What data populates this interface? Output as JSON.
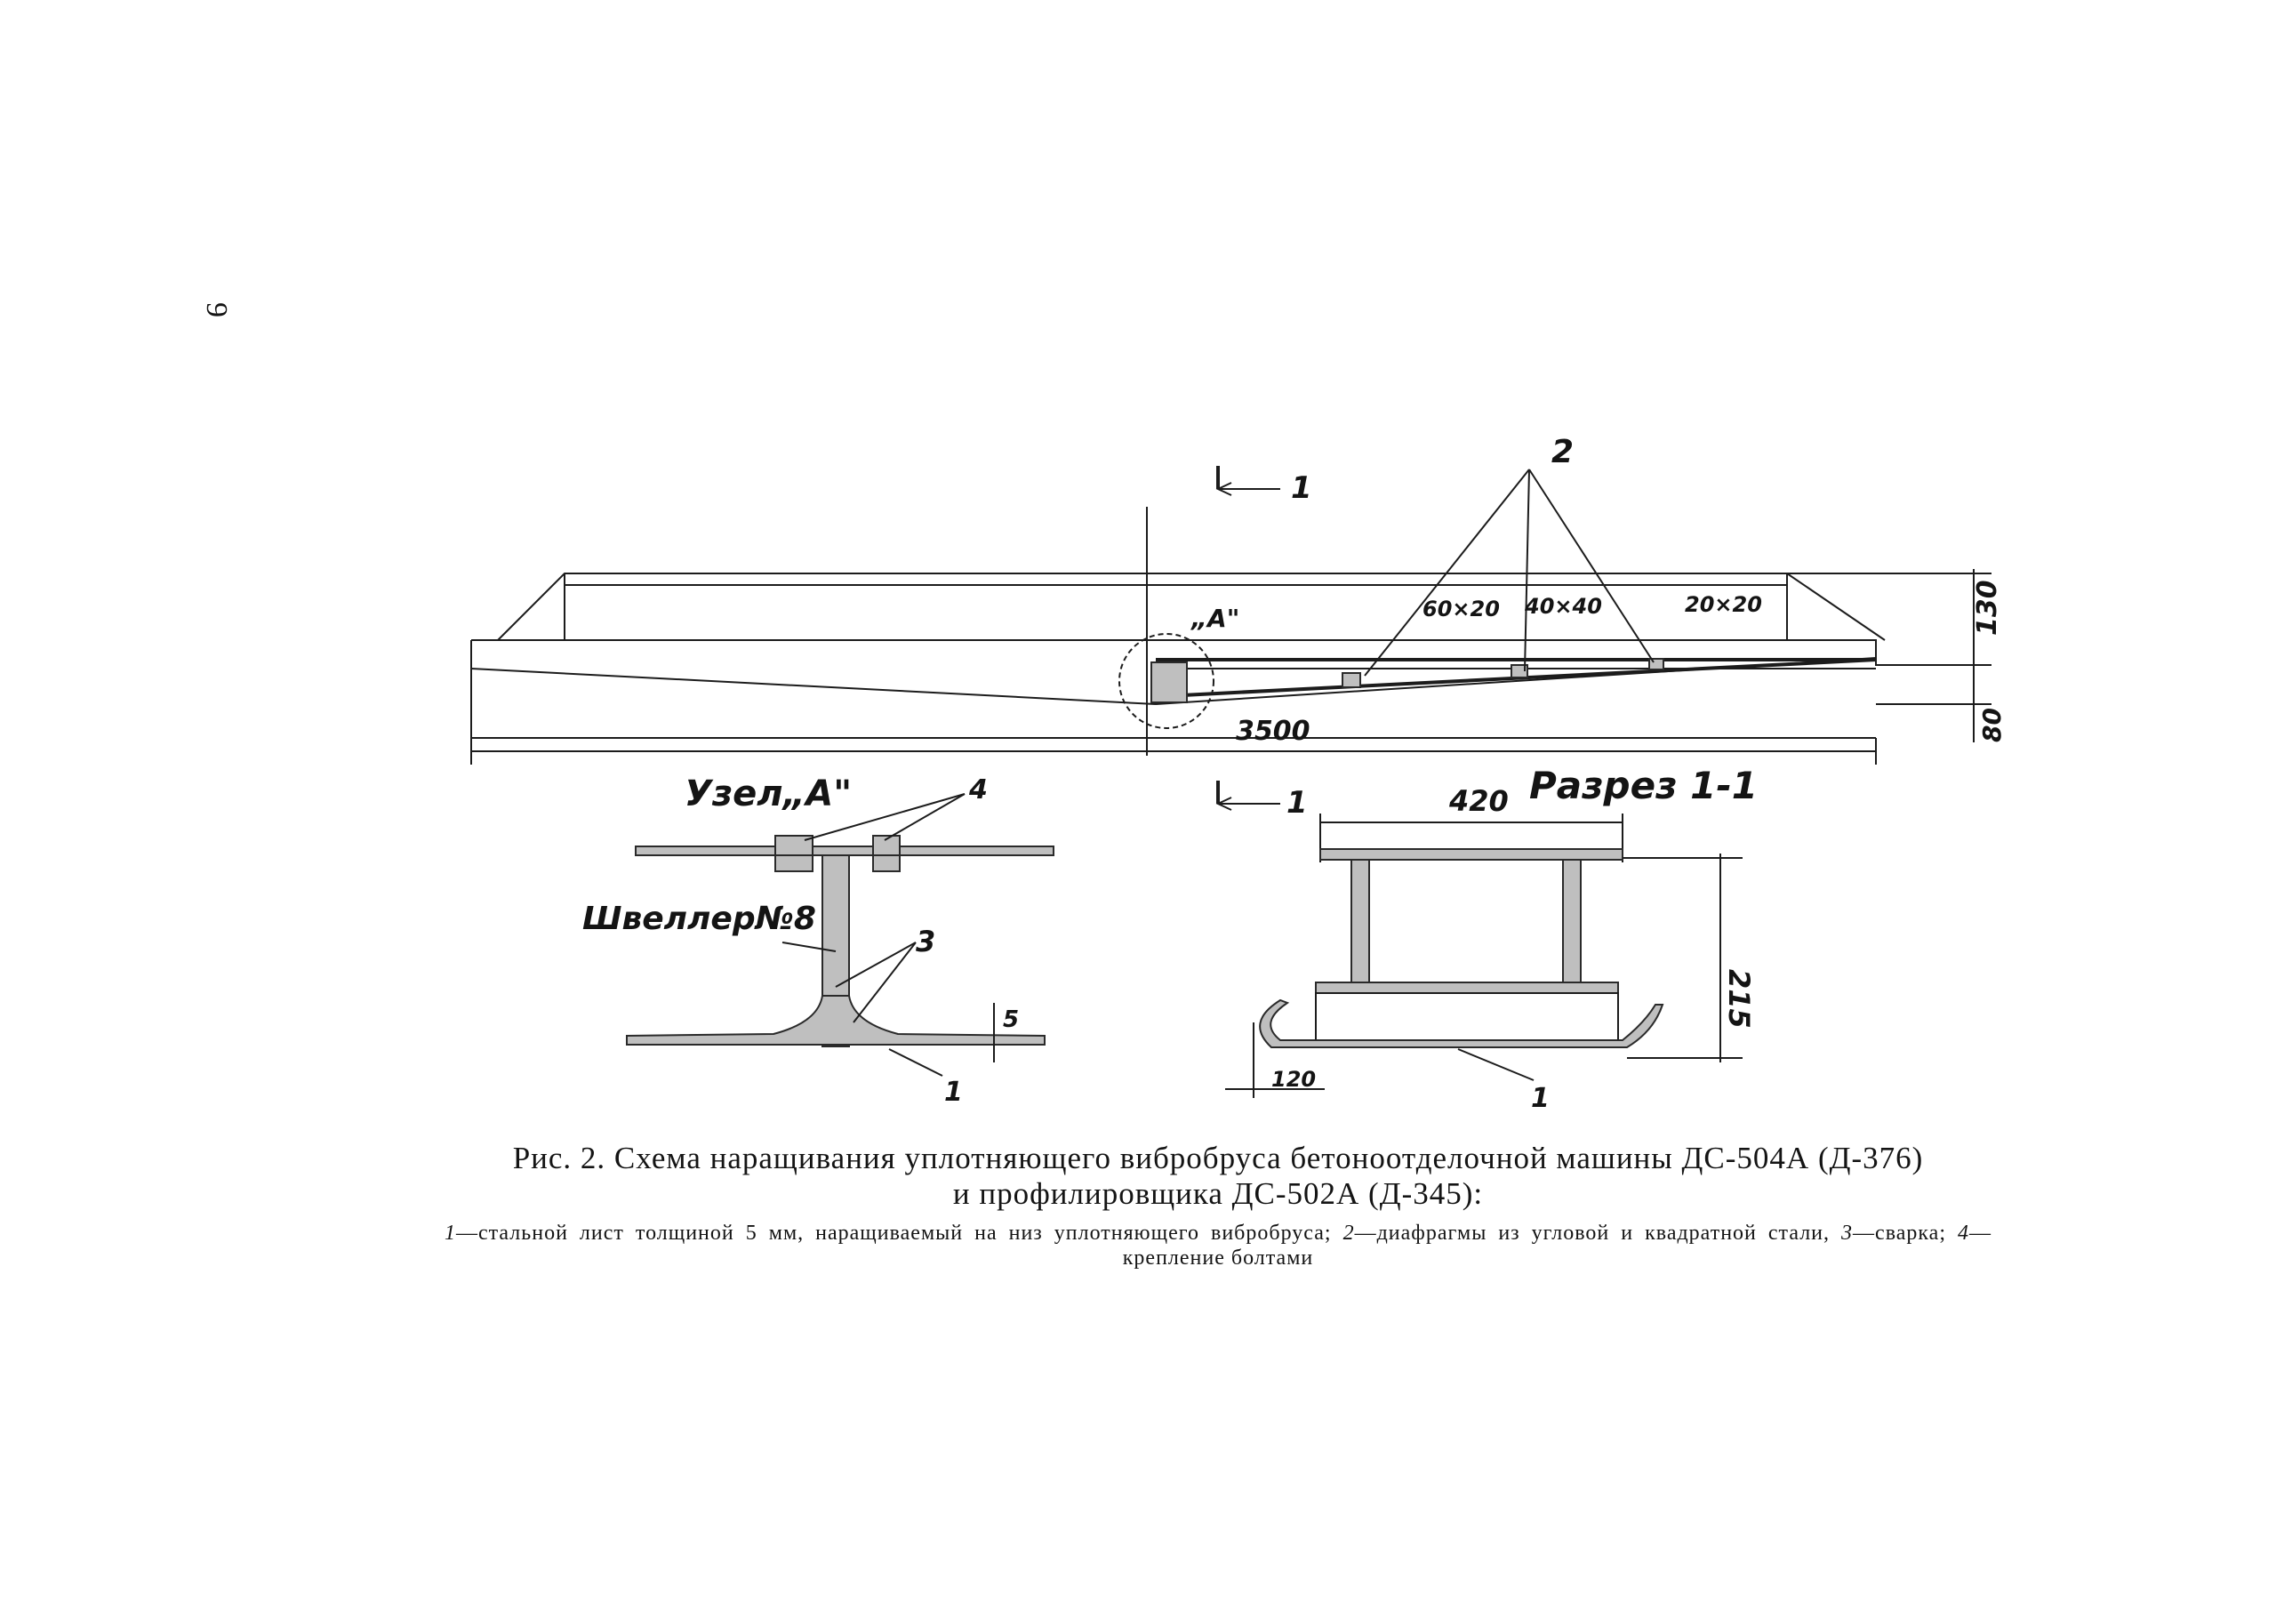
{
  "page": {
    "number": "9"
  },
  "drawing": {
    "section_mark_top": "1",
    "section_mark_bottom": "1",
    "leader_2": "2",
    "node_label_A": "„A\"",
    "profile_1": "60×20",
    "profile_2": "40×40",
    "profile_3": "20×20",
    "dim_length": "3500",
    "dim_height_top": "130",
    "dim_height_bottom": "80",
    "node_title": "Узел„A\"",
    "leader_4": "4",
    "channel_label": "Швеллер№8",
    "leader_3": "3",
    "thickness_mark": "5",
    "leader_1_node": "1",
    "section_title": "Разрез 1-1",
    "dim_width": "420",
    "dim_section_height": "215",
    "dim_chamfer": "120",
    "leader_1_section": "1"
  },
  "caption": {
    "title_line1": "Рис. 2. Схема наращивания уплотняющего вибробруса бетоноотделочной машины ДС-504А (Д-376)",
    "title_line2": "и профилировщика ДС-502А (Д-345):",
    "legend": [
      {
        "num": "1",
        "text": "—стальной лист толщиной 5 мм, наращиваемый на низ уплотняющего вибробруса; "
      },
      {
        "num": "2",
        "text": "—диафрагмы из угловой и квадратной стали, "
      },
      {
        "num": "3",
        "text": "—сварка; "
      },
      {
        "num": "4",
        "text": "—крепление болтами"
      }
    ]
  }
}
